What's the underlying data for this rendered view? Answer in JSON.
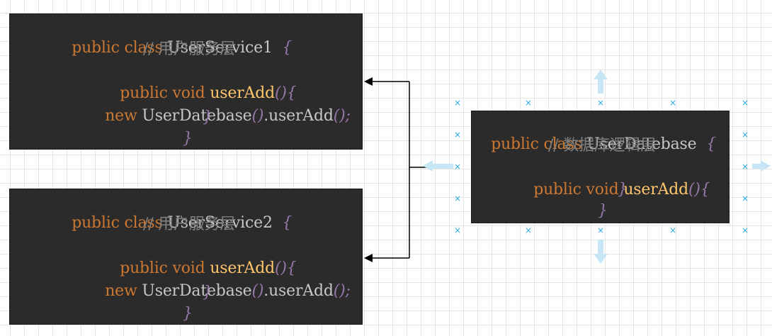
{
  "boxes": {
    "service1": {
      "line1": {
        "kw": "public class",
        "name": "UserService1",
        "brace": "{"
      },
      "comment": "// 用户服务层",
      "line3": {
        "kw": "public void",
        "fn": "userAdd",
        "parens": "()",
        "brace": "{"
      },
      "line4": {
        "kw": "new",
        "name": "UserDatebase",
        "parens": "()",
        "call": ".userAdd",
        "parens2": "();"
      },
      "close1": "}",
      "close2": "}"
    },
    "service2": {
      "line1": {
        "kw": "public class",
        "name": "UserService2",
        "brace": "{"
      },
      "comment": "// 用户服务层",
      "line3": {
        "kw": "public void",
        "fn": "userAdd",
        "parens": "()",
        "brace": "{"
      },
      "line4": {
        "kw": "new",
        "name": "UserDatebase",
        "parens": "()",
        "call": ".userAdd",
        "parens2": "();"
      },
      "close1": "}",
      "close2": "}"
    },
    "database": {
      "line1": {
        "kw": "public class",
        "name": "UserDatebase",
        "brace": "{"
      },
      "comment": "// 数据库逻辑层",
      "line3": {
        "kw": "public void",
        "fn": "userAdd",
        "parens": "()",
        "brace": "{"
      },
      "close1": "}",
      "close2": "}"
    }
  },
  "colors": {
    "keyword": "#cc7832",
    "class_name": "#c7c7c7",
    "method": "#ffc66d",
    "brace": "#9876aa",
    "comment": "#808080",
    "selection_handle": "#29a8e0",
    "connector": "#000000",
    "box_background": "#2b2b2b"
  },
  "icons": {
    "handles": "x-mark-icon",
    "arrows": "blue-direction-arrow-icon"
  }
}
